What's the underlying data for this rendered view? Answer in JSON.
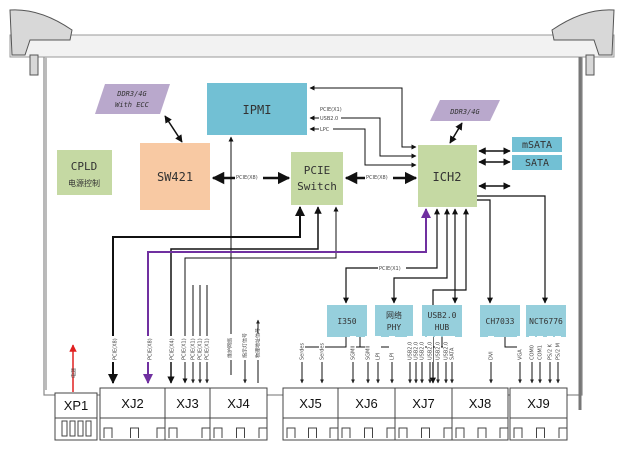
{
  "blocks": {
    "ddr_ecc": {
      "line1": "DDR3/4G",
      "line2": "With ECC"
    },
    "ipmi": "IPMI",
    "cpld": {
      "line1": "CPLD",
      "line2": "电源控制"
    },
    "sw421": "SW421",
    "pcie_switch": {
      "line1": "PCIE",
      "line2": "Switch"
    },
    "ich2": "ICH2",
    "ddr": "DDR3/4G",
    "msata": "mSATA",
    "sata": "SATA",
    "i350": "I350",
    "phy": {
      "line1": "网络",
      "line2": "PHY"
    },
    "usb_hub": {
      "line1": "USB2.0",
      "line2": "HUB"
    },
    "ch7033": "CH7033",
    "nct6776": "NCT6776"
  },
  "bus_labels": {
    "ipmi_pcie": "PCIE(X1)",
    "ipmi_usb": "USB2.0",
    "ipmi_lpc": "LPC",
    "sw_pcie": "PCIE(X8)",
    "ich_pcie": "PCIE(X8)",
    "ich_pcie_x1": "PCIE(X1)"
  },
  "signal_labels": {
    "xj2": [
      "PCIE(X8)",
      "PCIE(X8)"
    ],
    "xj3": [
      "PCIE(X4)",
      "PCIE(X1)",
      "PCIE(X1)",
      "PCIE(X1)",
      "PCIE(X1)"
    ],
    "xj4": [
      "维护网络",
      "指示灯信号",
      "物理地址信号"
    ],
    "xj5": [
      "Serdes",
      "Serdes"
    ],
    "xj6": [
      "SGMII",
      "SGMII"
    ],
    "xj6b": [
      "LPI",
      "LPI"
    ],
    "xj7": [
      "USB2.0",
      "USB2.0",
      "USB2.0",
      "USB2.0",
      "USB2.0",
      "USB2.0",
      "SATA"
    ],
    "xj8": [
      "DVI"
    ],
    "xj9": [
      "VGA",
      "COM0",
      "COM1",
      "PS/2 K",
      "PS/2 M"
    ],
    "xp1": "电源"
  },
  "connectors": [
    "XP1",
    "XJ2",
    "XJ3",
    "XJ4",
    "XJ5",
    "XJ6",
    "XJ7",
    "XJ8",
    "XJ9"
  ],
  "colors": {
    "ipmi_blue": "#72c0d4",
    "light_blue": "#96cfdc",
    "green": "#c5d9a3",
    "peach": "#f8c9a3",
    "lavender": "#b9a8cc",
    "purple": "#7030a0",
    "red": "#e02020"
  }
}
